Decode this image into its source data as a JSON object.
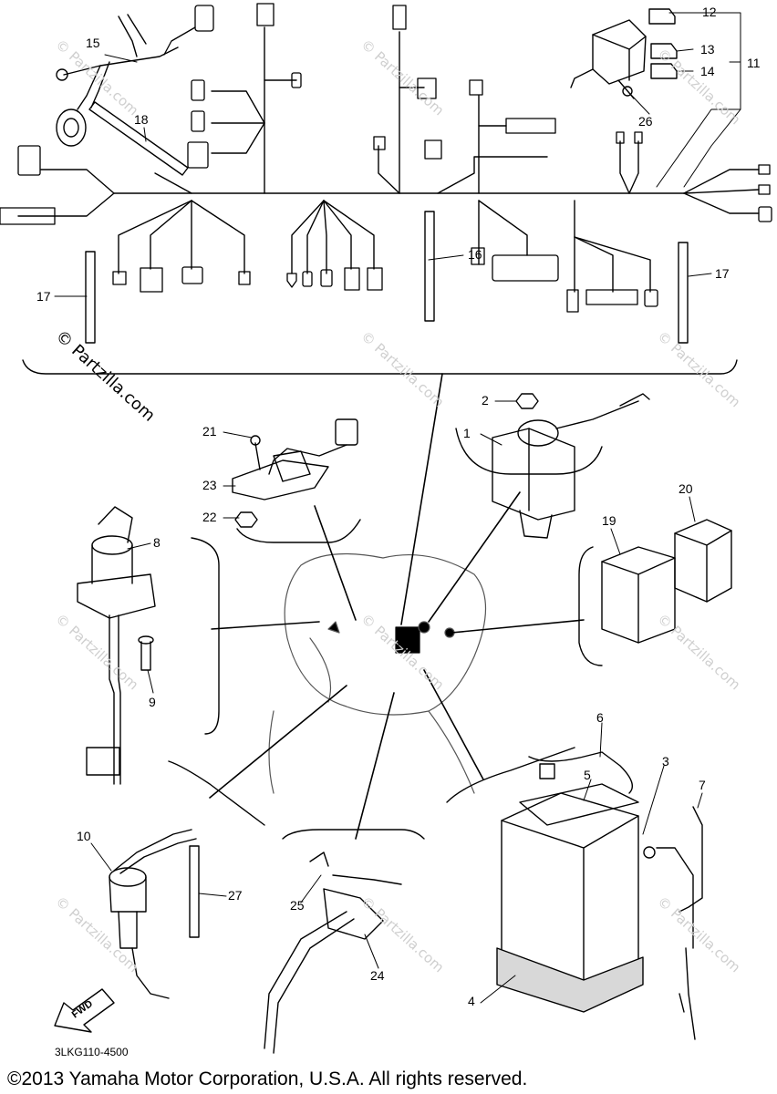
{
  "callouts": [
    "1",
    "2",
    "3",
    "4",
    "5",
    "6",
    "7",
    "8",
    "9",
    "10",
    "11",
    "12",
    "13",
    "14",
    "15",
    "16",
    "17",
    "17",
    "18",
    "19",
    "20",
    "21",
    "22",
    "23",
    "24",
    "25",
    "26",
    "27"
  ],
  "watermark_main": "© Partzilla.com",
  "watermark_faint": "© Partzilla.com",
  "direction_label": "FWD",
  "diagram_code": "3LKG110-4500",
  "copyright": "©2013 Yamaha Motor Corporation, U.S.A. All rights reserved."
}
